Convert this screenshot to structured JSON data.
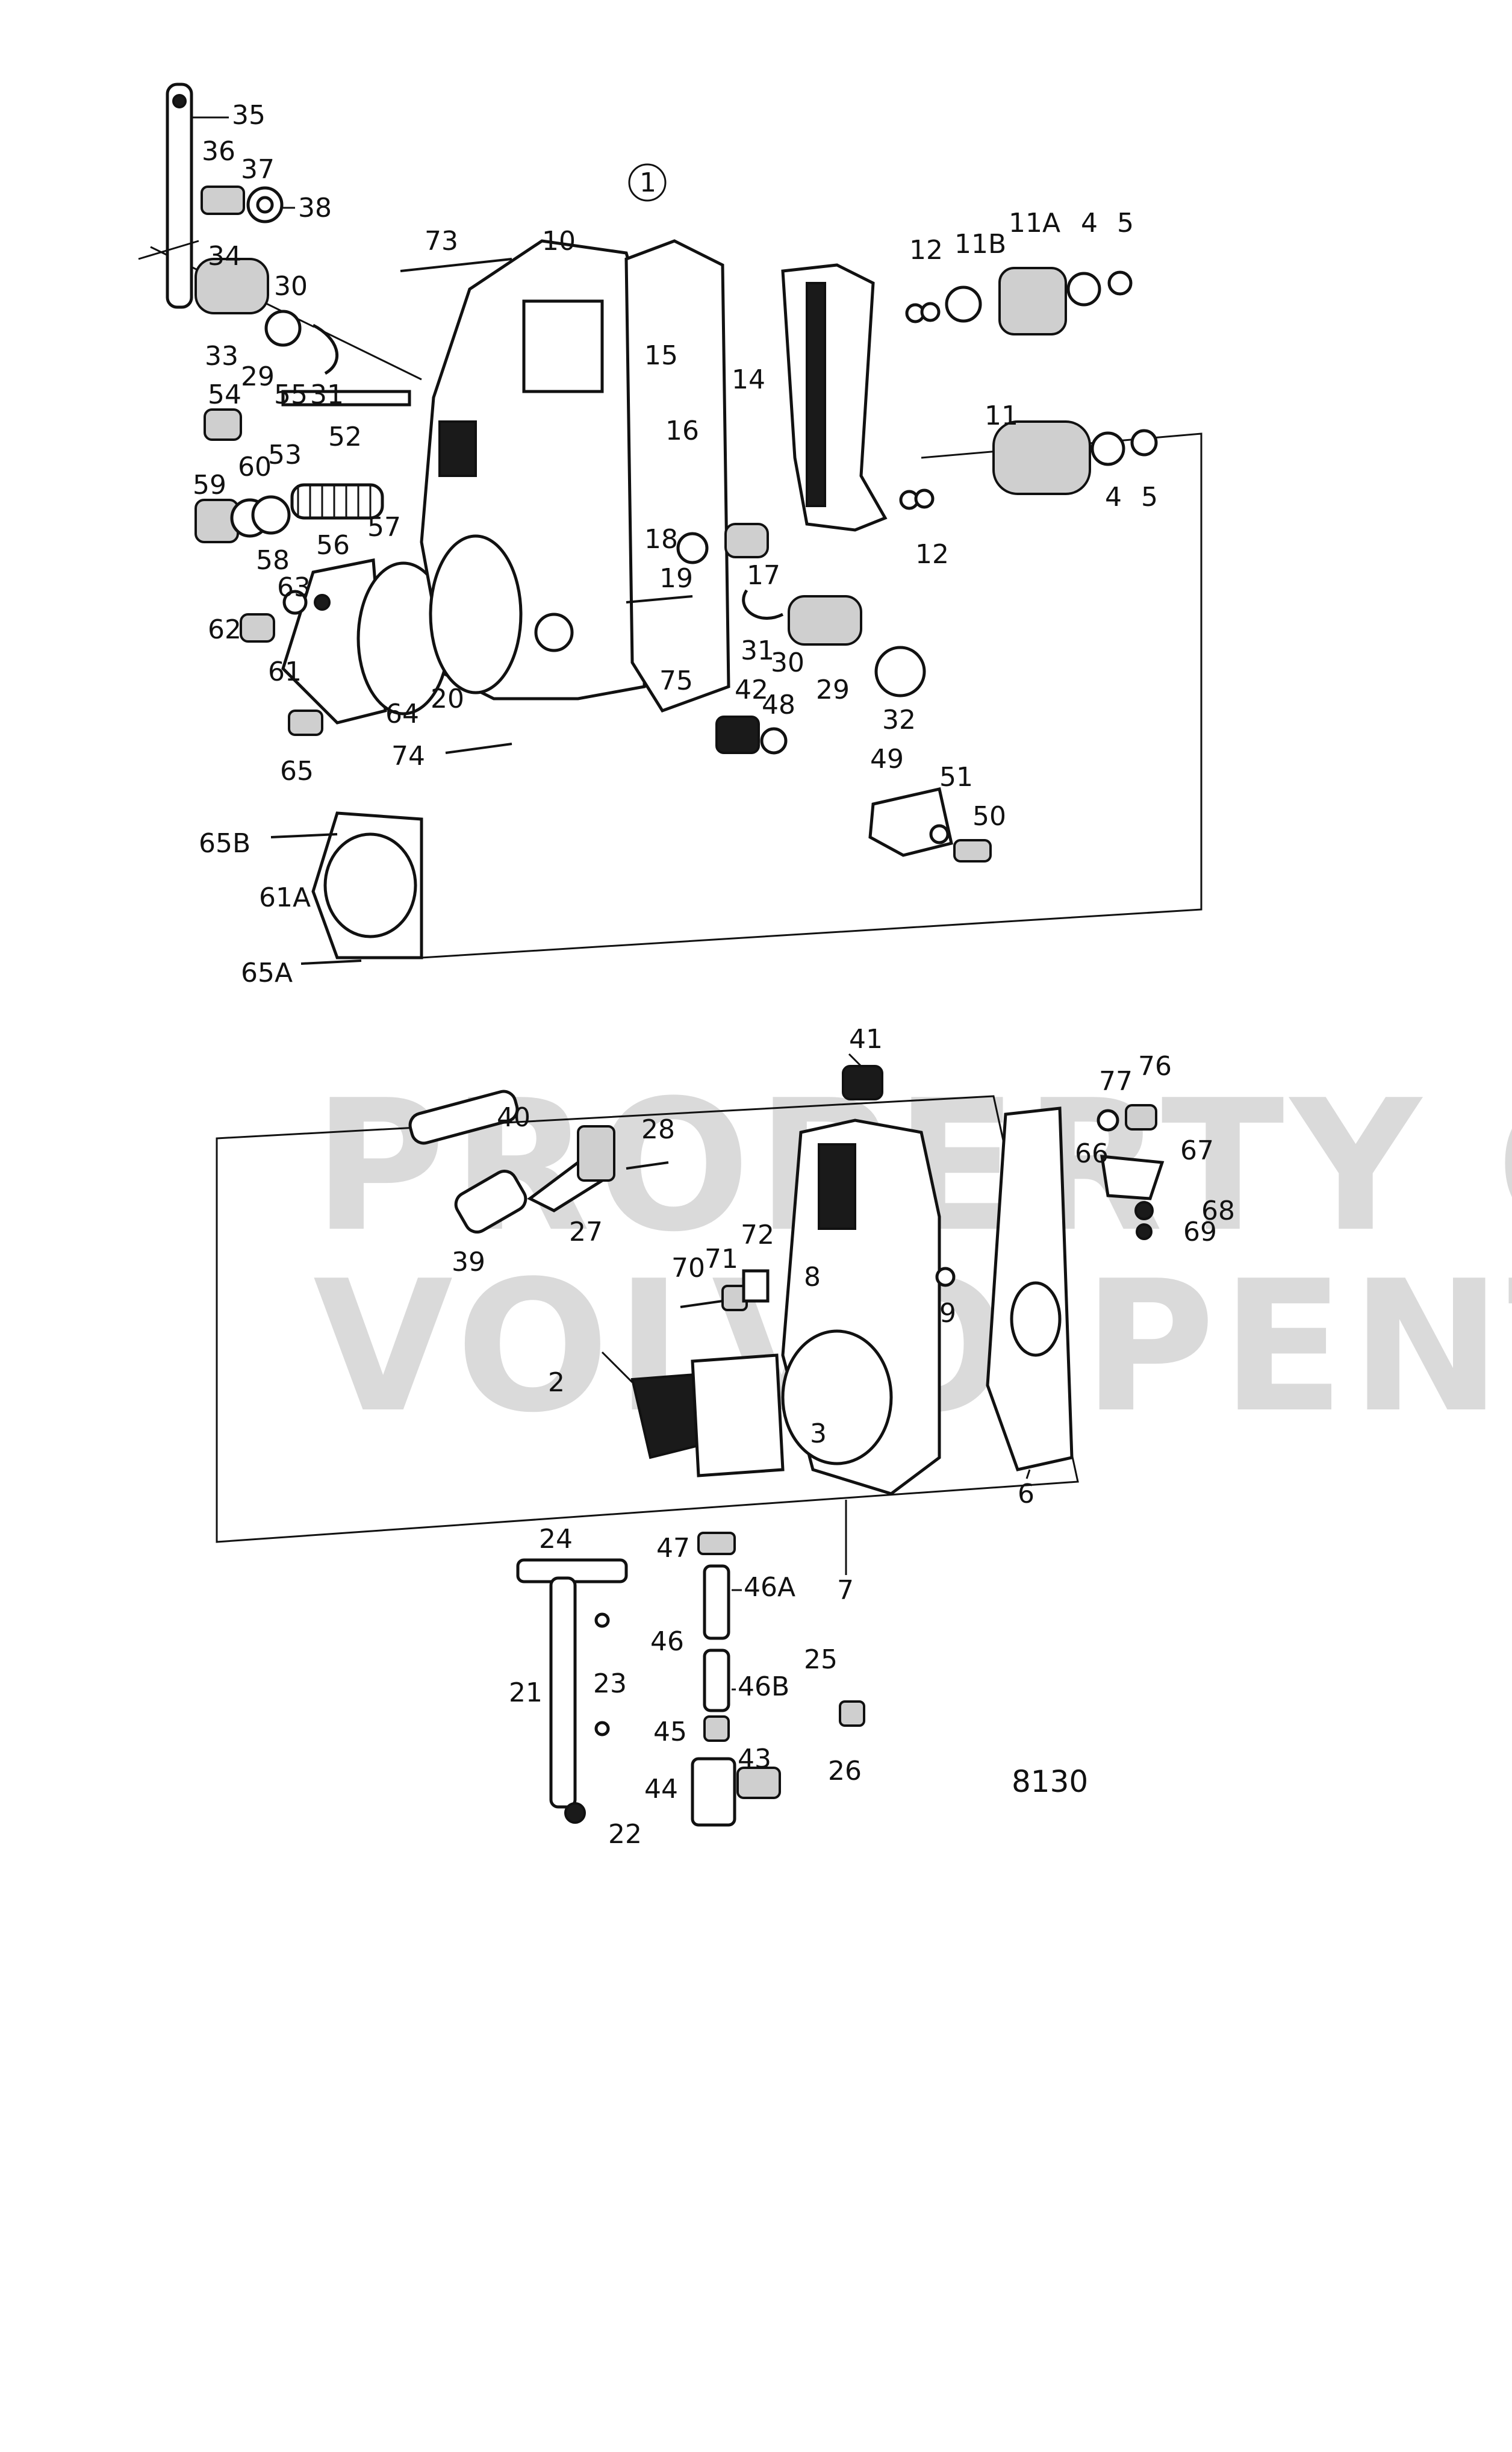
{
  "diagram": {
    "assembly_marker": "1",
    "drawing_number": "8130",
    "watermark": [
      "PROPERTY OF",
      "VOLVO PENTA"
    ],
    "part_labels": [
      "35",
      "36",
      "37",
      "38",
      "34",
      "33",
      "29",
      "30",
      "54",
      "55",
      "53",
      "31",
      "52",
      "59",
      "60",
      "57",
      "58",
      "56",
      "63",
      "62",
      "61",
      "64",
      "65",
      "65B",
      "61A",
      "65A",
      "73",
      "10",
      "15",
      "16",
      "18",
      "17",
      "19",
      "20",
      "75",
      "74",
      "14",
      "12",
      "11B",
      "11A",
      "4",
      "5",
      "11",
      "31",
      "30",
      "29",
      "32",
      "42",
      "48",
      "49",
      "51",
      "50",
      "41",
      "77",
      "76",
      "40",
      "28",
      "66",
      "67",
      "68",
      "69",
      "39",
      "27",
      "70",
      "71",
      "72",
      "8",
      "9",
      "2",
      "3",
      "6",
      "7",
      "24",
      "47",
      "46A",
      "46",
      "46B",
      "45",
      "44",
      "43",
      "21",
      "23",
      "22",
      "25",
      "26"
    ]
  }
}
